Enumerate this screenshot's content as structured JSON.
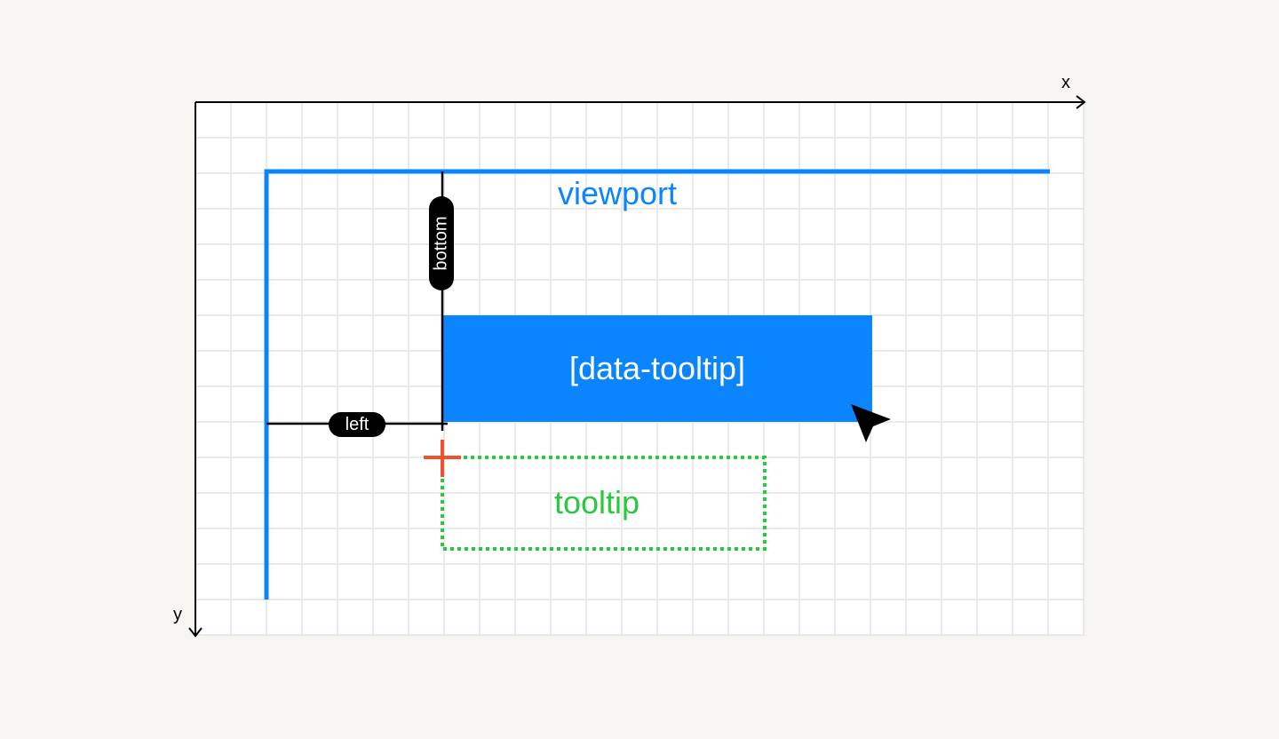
{
  "axes": {
    "x_label": "x",
    "y_label": "y"
  },
  "labels": {
    "viewport": "viewport",
    "target": "[data-tooltip]",
    "tooltip": "tooltip",
    "left": "left",
    "bottom": "bottom"
  },
  "colors": {
    "background": "#f6f5f2",
    "grid_fill": "#ffffff",
    "grid_line": "#e3e3e3",
    "viewport": "#0a84ff",
    "target_fill": "#0a84ff",
    "tooltip": "#28c840",
    "anchor_marker": "#f2502e",
    "measure": "#000000"
  },
  "icons": {
    "cursor": "mouse-pointer-icon",
    "anchor": "crosshair-plus-icon"
  }
}
